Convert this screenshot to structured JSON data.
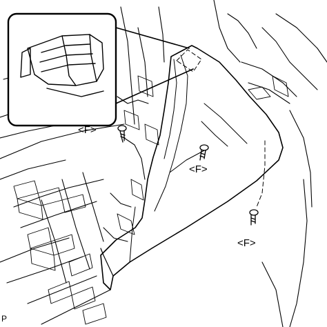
{
  "figure": {
    "callouts": [
      {
        "id": "screw-1",
        "label": "<F>"
      },
      {
        "id": "screw-2",
        "label": "<F>"
      },
      {
        "id": "screw-3",
        "label": "<F>"
      }
    ],
    "reference_code": "P",
    "colors": {
      "line": "#000000",
      "background": "#ffffff",
      "inset_border": "#000000"
    },
    "icons": [
      "screw-icon",
      "clip-detail-inset",
      "console-side-panel"
    ]
  }
}
